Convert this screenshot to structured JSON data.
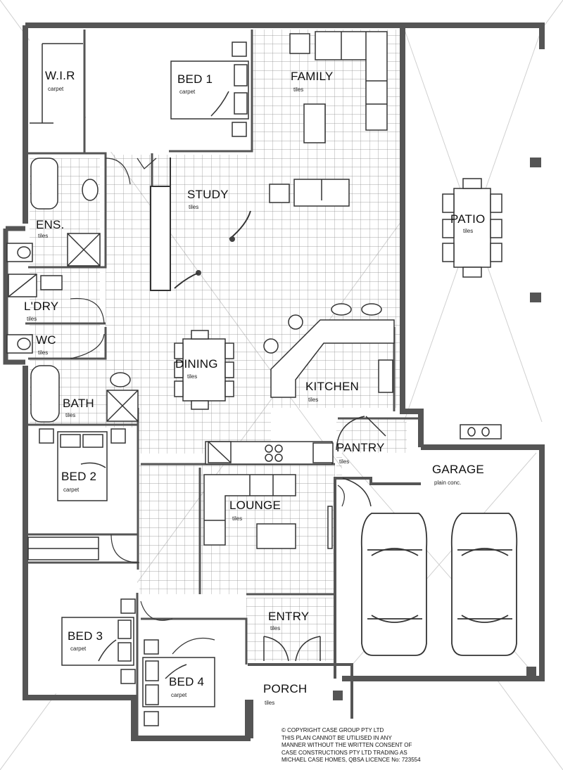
{
  "rooms": {
    "wir": {
      "name": "W.I.R",
      "finish": "carpet"
    },
    "bed1": {
      "name": "BED 1",
      "finish": "carpet"
    },
    "family": {
      "name": "FAMILY",
      "finish": "tiles"
    },
    "ens": {
      "name": "ENS.",
      "finish": "tiles"
    },
    "study": {
      "name": "STUDY",
      "finish": "tiles"
    },
    "patio": {
      "name": "PATIO",
      "finish": "tiles"
    },
    "ldry": {
      "name": "L'DRY",
      "finish": "tiles"
    },
    "wc": {
      "name": "WC",
      "finish": "tiles"
    },
    "dining": {
      "name": "DINING",
      "finish": "tiles"
    },
    "kitchen": {
      "name": "KITCHEN",
      "finish": "tiles"
    },
    "bath": {
      "name": "BATH",
      "finish": "tiles"
    },
    "bed2": {
      "name": "BED 2",
      "finish": "carpet"
    },
    "pantry": {
      "name": "PANTRY",
      "finish": "tiles"
    },
    "garage": {
      "name": "GARAGE",
      "finish": "plain conc."
    },
    "lounge": {
      "name": "LOUNGE",
      "finish": "tiles"
    },
    "bed3": {
      "name": "BED 3",
      "finish": "carpet"
    },
    "entry": {
      "name": "ENTRY",
      "finish": "tiles"
    },
    "bed4": {
      "name": "BED 4",
      "finish": "carpet"
    },
    "porch": {
      "name": "PORCH",
      "finish": "tiles"
    }
  },
  "copyright": [
    "© COPYRIGHT CASE GROUP PTY LTD",
    "THIS PLAN CANNOT BE UTILISED IN ANY",
    "MANNER WITHOUT THE WRITTEN CONSENT OF",
    "CASE CONSTRUCTIONS PTY LTD TRADING AS",
    "MICHAEL CASE HOMES, QBSA LICENCE No: 723554"
  ],
  "colors": {
    "wall": "#555555",
    "line": "#333333",
    "grid": "#8a8a8a",
    "site": "#cccccc"
  }
}
